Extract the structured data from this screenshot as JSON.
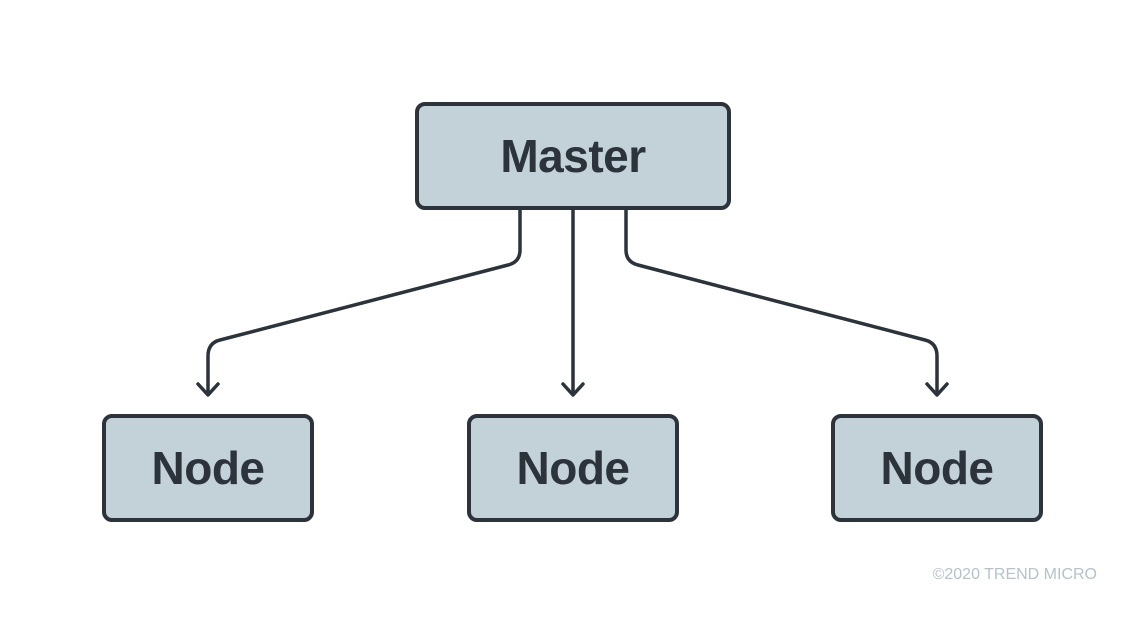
{
  "diagram": {
    "master": {
      "label": "Master"
    },
    "nodes": [
      {
        "label": "Node"
      },
      {
        "label": "Node"
      },
      {
        "label": "Node"
      }
    ],
    "edges": [
      {
        "from": "Master",
        "to": "Node 1"
      },
      {
        "from": "Master",
        "to": "Node 2"
      },
      {
        "from": "Master",
        "to": "Node 3"
      }
    ]
  },
  "footer": {
    "copyright": "©2020 TREND MICRO"
  },
  "colors": {
    "box_fill": "#c3d1d8",
    "stroke": "#2c333b",
    "copyright_text": "#b6c2c9"
  }
}
